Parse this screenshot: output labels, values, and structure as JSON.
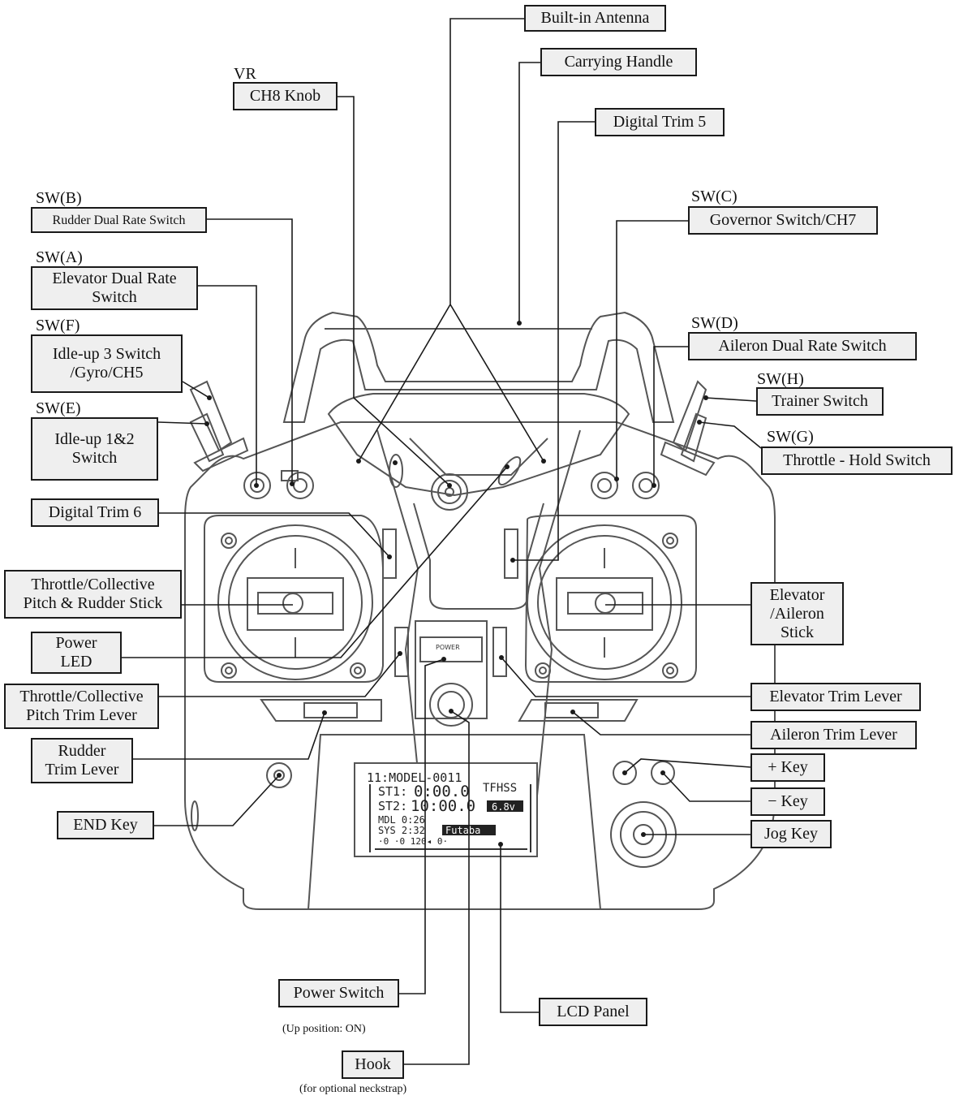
{
  "labels": {
    "built_in_antenna": "Built-in Antenna",
    "carrying_handle": "Carrying Handle",
    "ch8_knob": "CH8 Knob",
    "digital_trim_5": "Digital Trim 5",
    "rudder_dual_rate": "Rudder Dual Rate Switch",
    "governor_switch": "Governor Switch/CH7",
    "elevator_dual_rate": [
      "Elevator Dual Rate",
      "Switch"
    ],
    "aileron_dual_rate": "Aileron Dual Rate Switch",
    "idle_up_3": [
      "Idle-up 3 Switch",
      "/Gyro/CH5"
    ],
    "trainer_switch": "Trainer Switch",
    "idle_up_12": [
      "Idle-up 1&2",
      "Switch"
    ],
    "throttle_hold": "Throttle - Hold Switch",
    "digital_trim_6": "Digital Trim 6",
    "throttle_stick": [
      "Throttle/Collective",
      "Pitch & Rudder Stick"
    ],
    "elevator_aileron_stick": [
      "Elevator",
      "/Aileron",
      "Stick"
    ],
    "power_led": [
      "Power",
      "LED"
    ],
    "throttle_trim": [
      "Throttle/Collective",
      "Pitch Trim Lever"
    ],
    "elevator_trim": "Elevator Trim Lever",
    "rudder_trim": [
      "Rudder",
      "Trim Lever"
    ],
    "aileron_trim": "Aileron Trim Lever",
    "plus_key": "+ Key",
    "minus_key": "− Key",
    "end_key": "END Key",
    "jog_key": "Jog Key",
    "power_switch": "Power Switch",
    "lcd_panel": "LCD Panel",
    "hook": "Hook"
  },
  "switch_codes": {
    "vr": "VR",
    "sw_b": "SW(B)",
    "sw_c": "SW(C)",
    "sw_a": "SW(A)",
    "sw_d": "SW(D)",
    "sw_f": "SW(F)",
    "sw_h": "SW(H)",
    "sw_e": "SW(E)",
    "sw_g": "SW(G)"
  },
  "notes": {
    "power_switch": "(Up position: ON)",
    "hook": "(for optional neckstrap)"
  },
  "device": {
    "power_text": "POWER",
    "lcd": {
      "line1": "11:MODEL-0011",
      "st1": "ST1:",
      "st1_time": "0:00.0",
      "st2": "ST2:",
      "st2_time": "10:00.0",
      "system": "TFHSS",
      "voltage": "6.8v",
      "mdl": "MDL 0:26",
      "sys": "SYS 2:32",
      "brand": "Futaba",
      "bottom": "·0    ·0    120◂    0·"
    }
  },
  "colors": {
    "line": "#1a1a1a",
    "label_fill": "#efefef",
    "device_stroke": "#555555"
  }
}
